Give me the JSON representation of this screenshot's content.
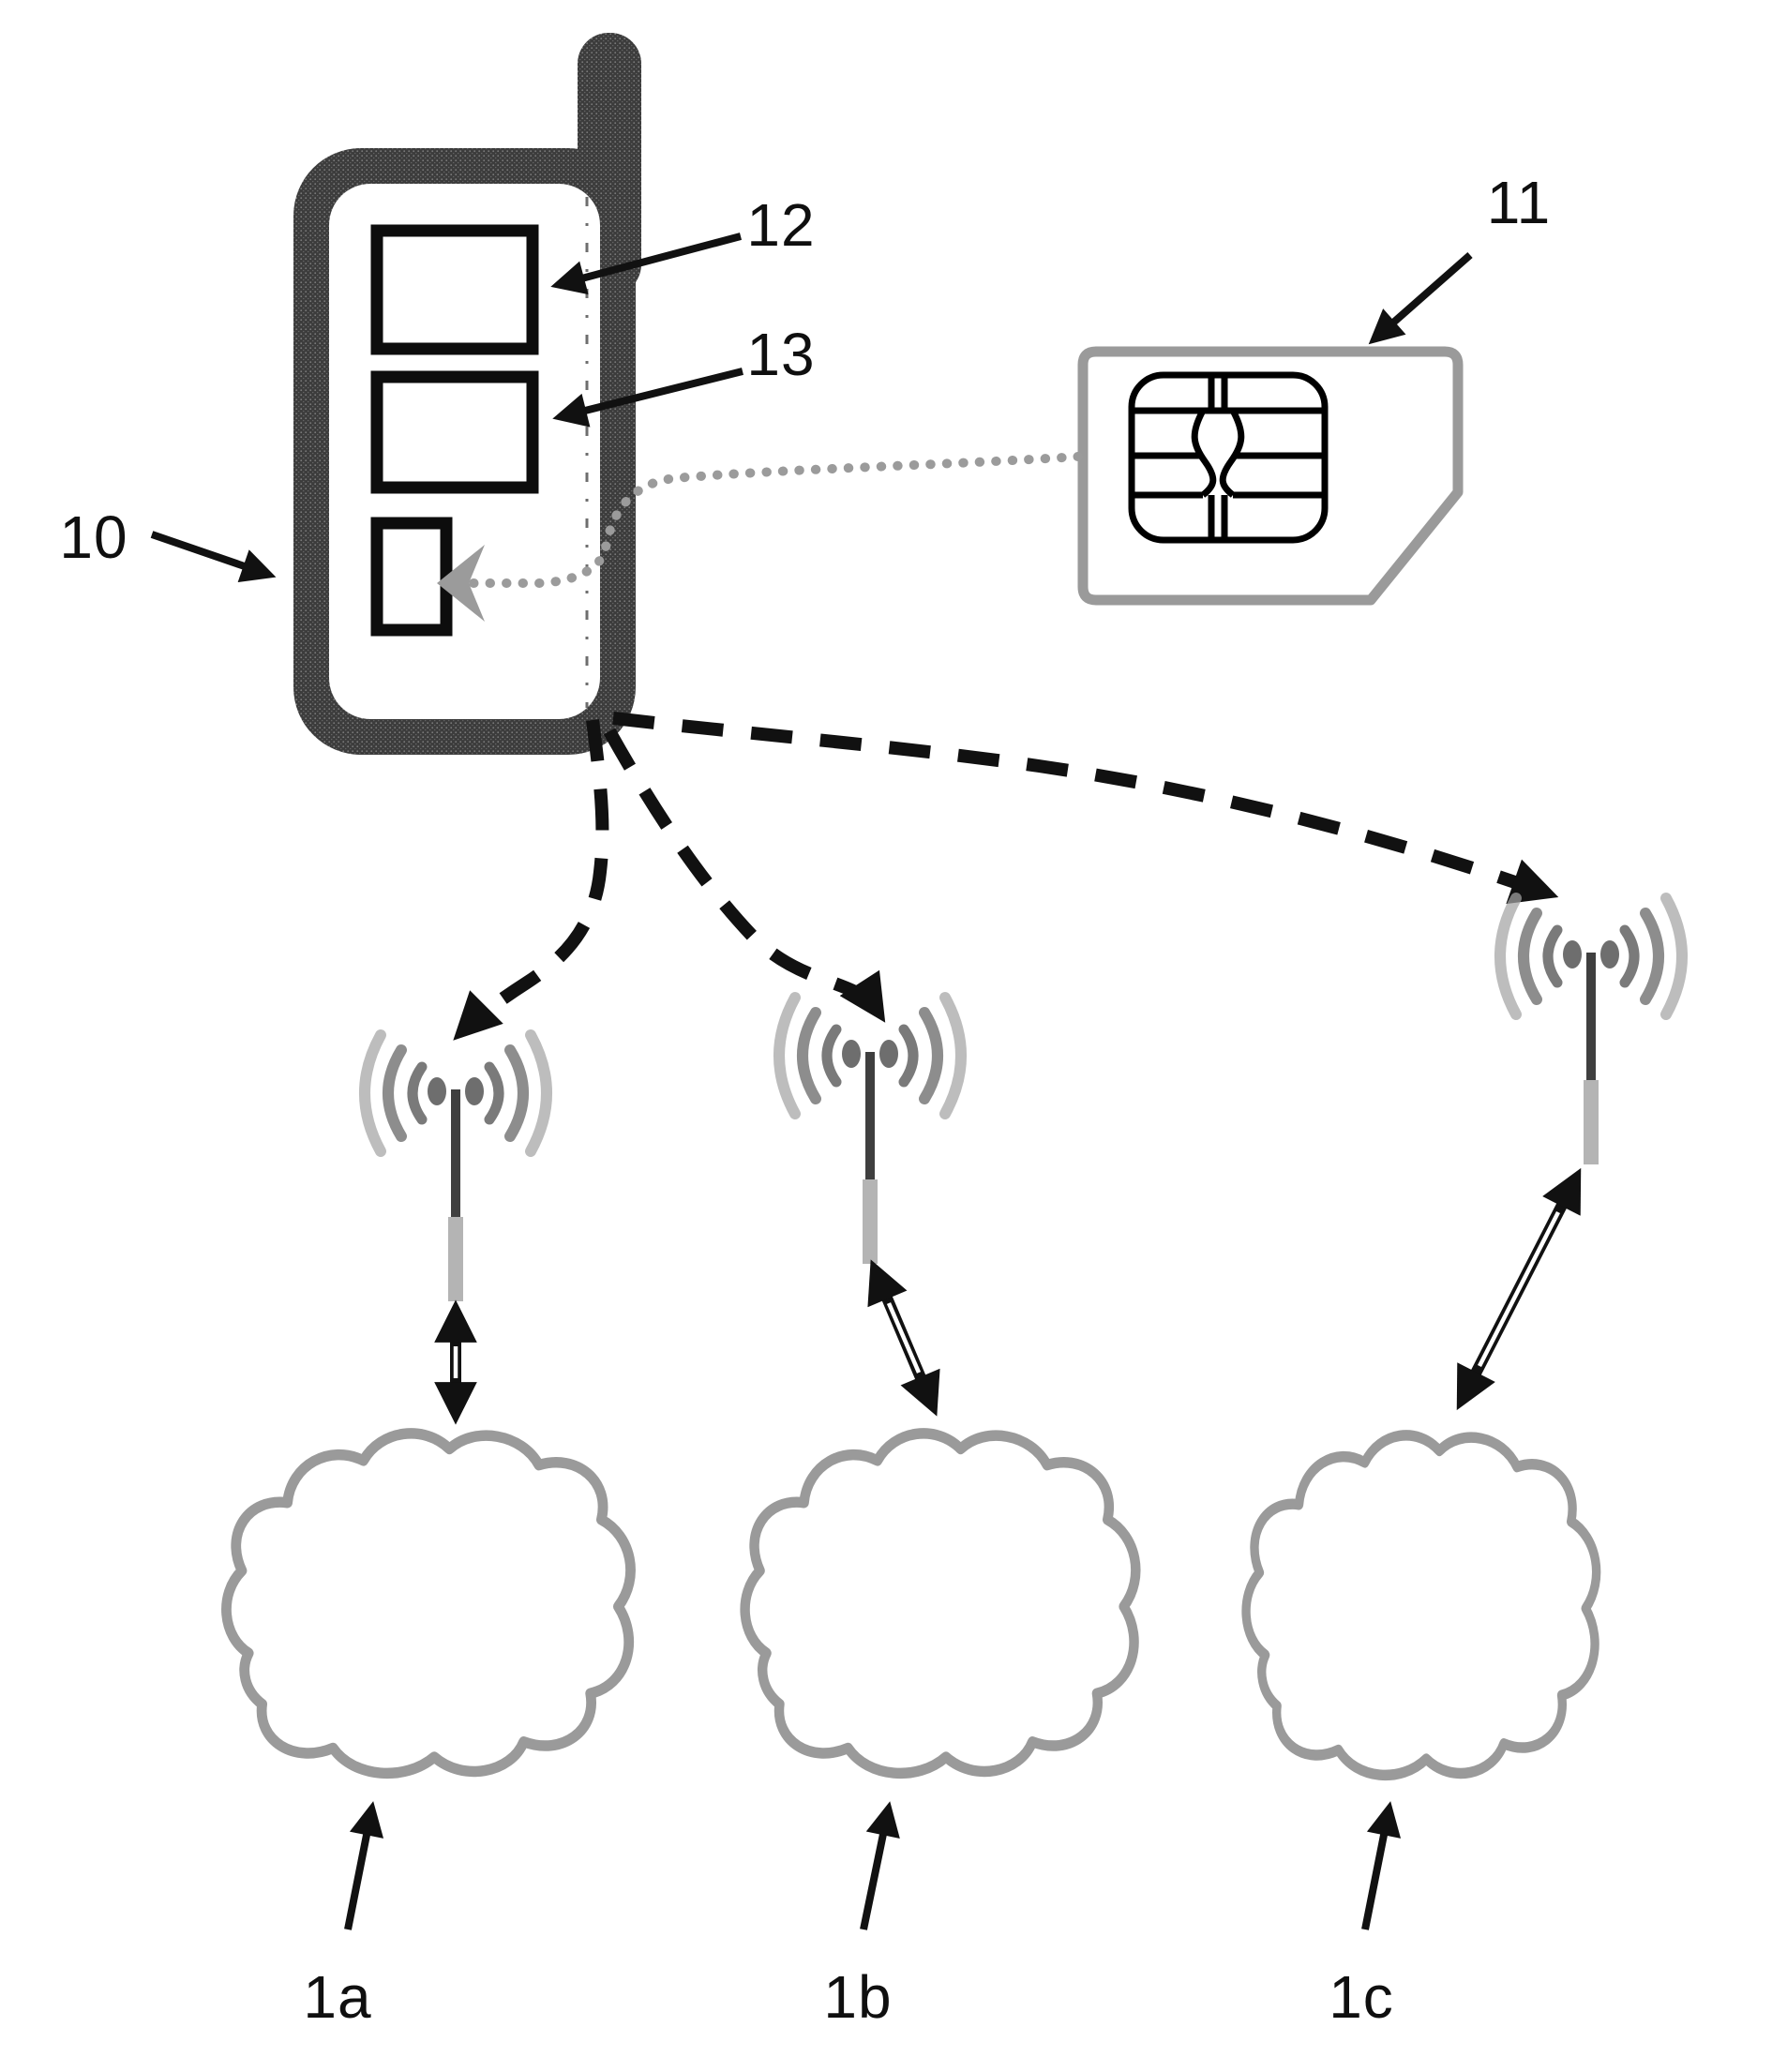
{
  "figure": {
    "labels": {
      "phone": "10",
      "sim_card": "11",
      "module_top": "12",
      "module_bottom": "13",
      "network_a": "1a",
      "network_b": "1b",
      "network_c": "1c"
    },
    "colors": {
      "ink": "#111111",
      "phone_body": "#3c3c3c",
      "gray_outline": "#9a9a9a",
      "wave_gray": "#8d8d8d",
      "background": "#ffffff"
    }
  }
}
